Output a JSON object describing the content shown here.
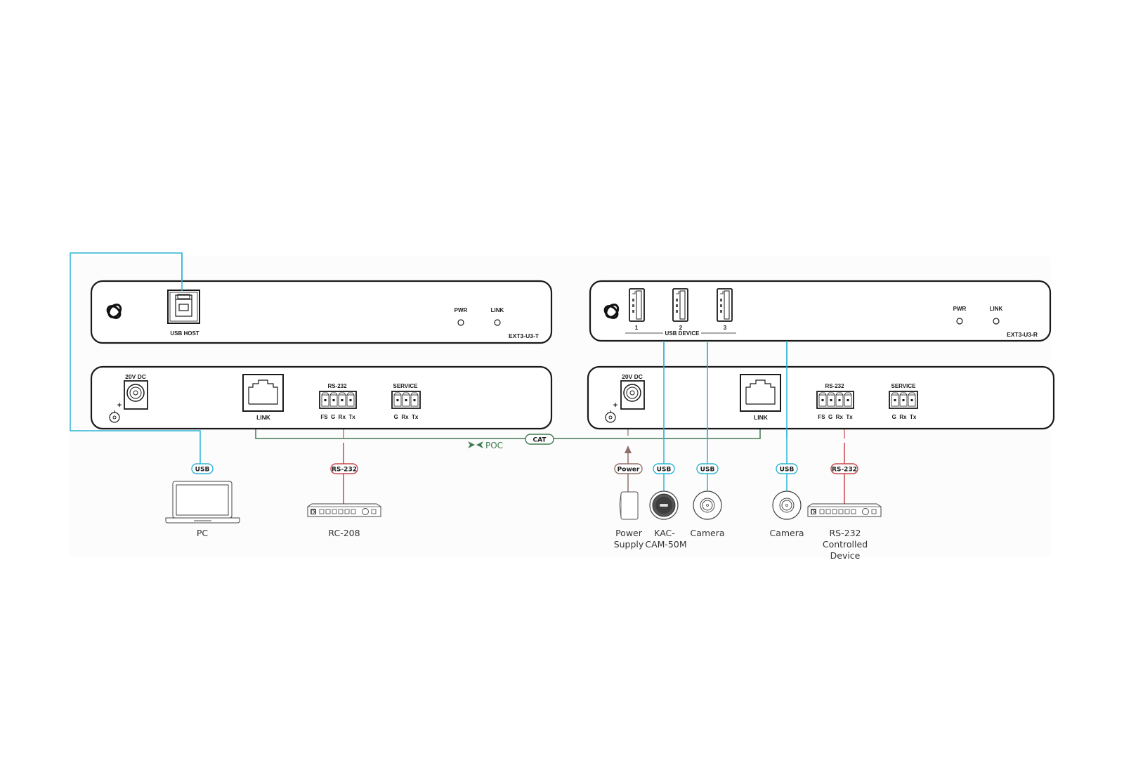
{
  "colors": {
    "usb": "#2bb5d6",
    "rs232": "#c9474d",
    "cat": "#3f7a4e",
    "power": "#8f6e68",
    "panel_stroke": "#1a1a1a",
    "background_area": "#fcfcfc"
  },
  "transmitter": {
    "model": "EXT3-U3-T",
    "front": {
      "logo": "kramer-logo-icon",
      "usb_host_label": "USB HOST",
      "led_pwr_label": "PWR",
      "led_link_label": "LINK"
    },
    "rear": {
      "power_label": "20V DC",
      "polarity_plus": "+",
      "link_label": "LINK",
      "rs232_label": "RS-232",
      "rs232_pins": "FS  G  Rx  Tx",
      "service_label": "SERVICE",
      "service_pins": "G  Rx  Tx"
    }
  },
  "receiver": {
    "model": "EXT3-U3-R",
    "front": {
      "logo": "kramer-logo-icon",
      "usb_port_numbers": [
        "1",
        "2",
        "3"
      ],
      "usb_device_label": "USB DEVICE",
      "led_pwr_label": "PWR",
      "led_link_label": "LINK"
    },
    "rear": {
      "power_label": "20V DC",
      "polarity_plus": "+",
      "link_label": "LINK",
      "rs232_label": "RS-232",
      "rs232_pins": "FS  G  Rx  Tx",
      "service_label": "SERVICE",
      "service_pins": "G  Rx  Tx"
    }
  },
  "connections": {
    "cat_label": "CAT",
    "poc_label": "POC",
    "usb_label": "USB",
    "rs232_label": "RS-232",
    "power_label": "Power"
  },
  "devices": {
    "pc": "PC",
    "rc208": "RC-208",
    "power_supply": [
      "Power",
      "Supply"
    ],
    "kac_cam": [
      "KAC-",
      "CAM-50M"
    ],
    "camera_1": "Camera",
    "camera_2": "Camera",
    "rs232_device": [
      "RS-232",
      "Controlled",
      "Device"
    ]
  }
}
